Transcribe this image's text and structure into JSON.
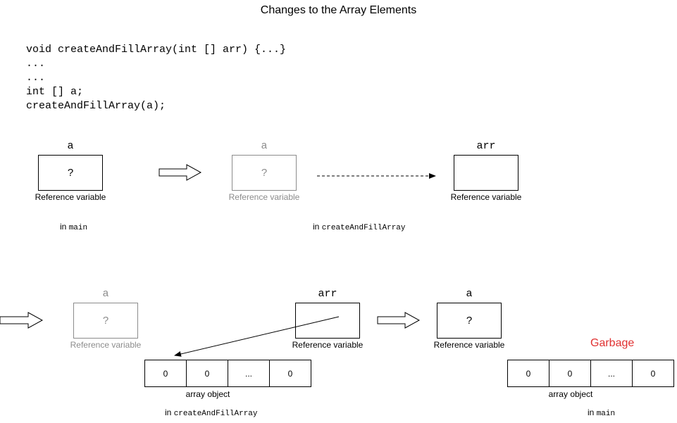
{
  "title": "Changes to the Array Elements",
  "code_lines": [
    "void createAndFillArray(int [] arr) {...}",
    "...",
    "...",
    "int [] a;",
    "createAndFillArray(a);"
  ],
  "top_row": {
    "var_a": {
      "name": "a",
      "value": "?",
      "caption": "Reference variable"
    },
    "var_a_faded": {
      "name": "a",
      "value": "?",
      "caption": "Reference variable"
    },
    "var_arr": {
      "name": "arr",
      "value": "",
      "caption": "Reference variable"
    },
    "scope_main": {
      "prefix": "in",
      "name": "main"
    },
    "scope_fill": {
      "prefix": "in",
      "name": "createAndFillArray"
    }
  },
  "bottom_left": {
    "var_a_faded": {
      "name": "a",
      "value": "?",
      "caption": "Reference variable"
    },
    "var_arr": {
      "name": "arr",
      "value": "",
      "caption": "Reference variable"
    },
    "array": {
      "cells": [
        "0",
        "0",
        "...",
        "0"
      ],
      "caption": "array object"
    },
    "scope_fill": {
      "prefix": "in",
      "name": "createAndFillArray"
    }
  },
  "bottom_right": {
    "var_a": {
      "name": "a",
      "value": "?",
      "caption": "Reference variable"
    },
    "garbage_label": "Garbage",
    "array": {
      "cells": [
        "0",
        "0",
        "...",
        "0"
      ],
      "caption": "array object"
    },
    "scope_main": {
      "prefix": "in",
      "name": "main"
    }
  },
  "colors": {
    "faded": "#8c8c8c",
    "garbage": "#e03131",
    "stroke": "#000000"
  }
}
